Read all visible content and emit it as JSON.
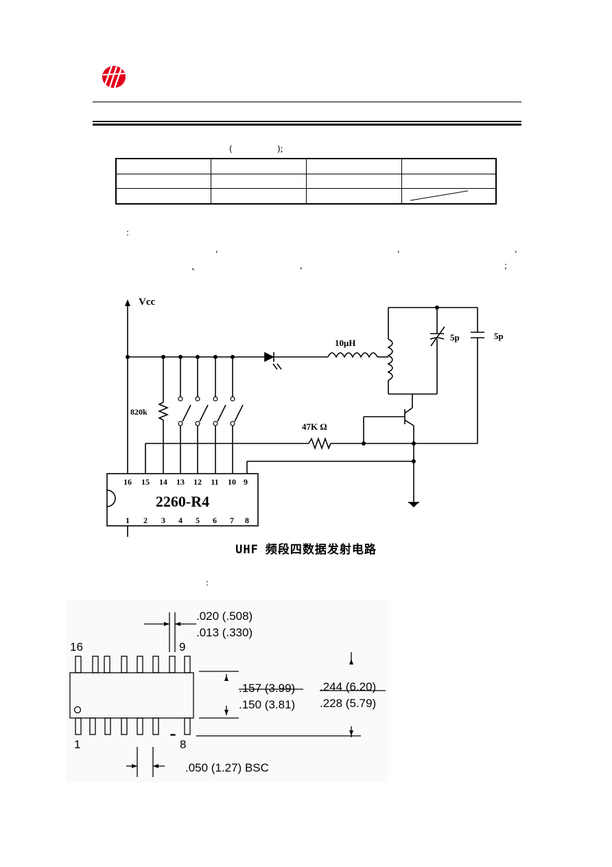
{
  "header": {
    "logo": "company-logo-mark"
  },
  "table_label": {
    "open_paren": "(",
    "close_paren": ");"
  },
  "spec_table": {
    "rows": 3,
    "cols": 4
  },
  "paragraph": {
    "colon": ":",
    "commas_line1": [
      ",",
      ",",
      ","
    ],
    "commas_line2": [
      "、",
      ",",
      ";"
    ]
  },
  "circuit": {
    "vcc": "Vcc",
    "r1": "820k",
    "r2": "47K Ω",
    "inductor": "10μH",
    "cap_var": "5p",
    "cap": "5p",
    "ic_name": "2260-R4",
    "ic_pins_top": [
      "16",
      "15",
      "14",
      "13",
      "12",
      "11",
      "10",
      "9"
    ],
    "ic_pins_bottom": [
      "1",
      "2",
      "3",
      "4",
      "5",
      "6",
      "7",
      "8"
    ]
  },
  "caption": {
    "en": "UHF",
    "zh": "频段四数据发射电路"
  },
  "package_label": {
    "colon": ":"
  },
  "package": {
    "lead_width_max": ".020 (.508)",
    "lead_width_min": ".013 (.330)",
    "body_width_max": ".157 (3.99)",
    "body_width_min": ".150 (3.81)",
    "total_width_max": ".244 (6.20)",
    "total_width_min": ".228 (5.79)",
    "pitch": ".050 (1.27) BSC",
    "pin16": "16",
    "pin9": "9",
    "pin1": "1",
    "pin8": "8"
  }
}
